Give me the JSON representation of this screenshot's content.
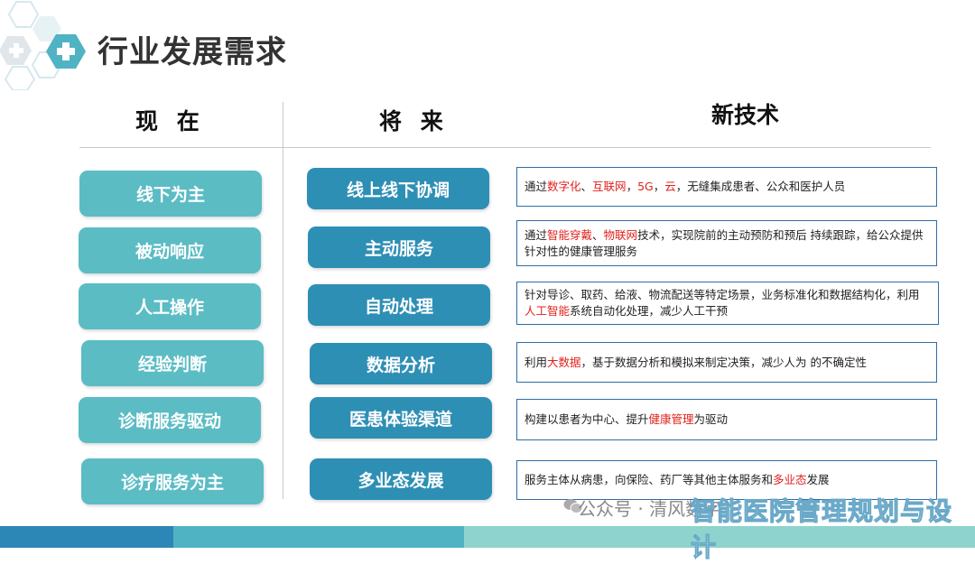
{
  "slide": {
    "title": "行业发展需求",
    "headers": {
      "now": "现 在",
      "future": "将 来",
      "tech": "新技术"
    },
    "now_items": [
      "线下为主",
      "被动响应",
      "人工操作",
      "经验判断",
      "诊断服务驱动",
      "诊疗服务为主"
    ],
    "future_items": [
      "线上线下协调",
      "主动服务",
      "自动处理",
      "数据分析",
      "医患体验渠道",
      "多业态发展"
    ],
    "tech_items": [
      [
        {
          "t": "通过"
        },
        {
          "t": "数字化",
          "hl": true
        },
        {
          "t": "、"
        },
        {
          "t": "互联网",
          "hl": true
        },
        {
          "t": "，"
        },
        {
          "t": "5G",
          "hl": true
        },
        {
          "t": "，"
        },
        {
          "t": "云",
          "hl": true
        },
        {
          "t": "，无缝集成患者、公众和医护人员"
        }
      ],
      [
        {
          "t": "通过"
        },
        {
          "t": "智能穿戴",
          "hl": true
        },
        {
          "t": "、"
        },
        {
          "t": "物联网",
          "hl": true
        },
        {
          "t": "技术，实现院前的主动预防和预后 持续跟踪，给公众提供针对性的健康管理服务"
        }
      ],
      [
        {
          "t": "针对导诊、取药、给液、物流配送等特定场景，业务标准化和数据结构化，利用"
        },
        {
          "t": "人工智能",
          "hl": true
        },
        {
          "t": "系统自动化处理，减少人工干预"
        }
      ],
      [
        {
          "t": "利用"
        },
        {
          "t": "大数据",
          "hl": true
        },
        {
          "t": "，基于数据分析和模拟来制定决策，减少人为 的不确定性"
        }
      ],
      [
        {
          "t": "构建以患者为中心、提升"
        },
        {
          "t": "健康管理",
          "hl": true
        },
        {
          "t": "为驱动"
        }
      ],
      [
        {
          "t": "服务主体从病患，向保险、药厂等其他主体服务和"
        },
        {
          "t": "多业态",
          "hl": true
        },
        {
          "t": "发展"
        }
      ]
    ],
    "watermark_small": "公众号 · 清风数字",
    "watermark_big": "智能医院管理规划与设计"
  },
  "colors": {
    "now_button": "#5bbcc4",
    "future_button": "#2e8fb5",
    "highlight": "#e0221c",
    "box_border": "#2e6ea6"
  }
}
